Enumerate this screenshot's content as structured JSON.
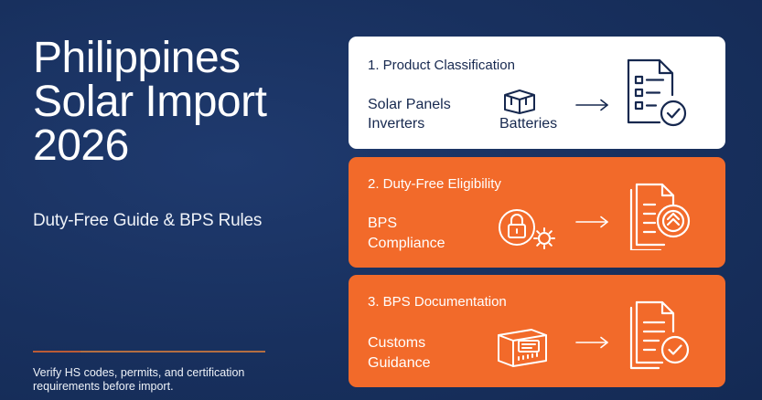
{
  "hero": {
    "title_lines": [
      "Philippines",
      "Solar Import",
      "2026"
    ],
    "subtitle": "Duty-Free Guide & BPS Rules",
    "footnote": "Verify HS codes, permits, and certification requirements before import."
  },
  "cards": [
    {
      "title": "1. Product Classification",
      "items": [
        "Solar Panels",
        "Inverters",
        "Batteries"
      ],
      "icons": [
        "box-icon",
        "arrow-right-icon",
        "checklist-document-icon"
      ]
    },
    {
      "title": "2. Duty-Free Eligibility",
      "items": [
        "BPS",
        "Compliance"
      ],
      "icons": [
        "lock-gear-icon",
        "arrow-right-icon",
        "certificate-seal-document-icon"
      ]
    },
    {
      "title": "3. BPS Documentation",
      "items": [
        "Customs",
        "Guidance"
      ],
      "icons": [
        "shipping-crate-icon",
        "arrow-right-icon",
        "approved-document-icon"
      ]
    }
  ],
  "colors": {
    "background": "#18305e",
    "accent": "#f26a2a",
    "card_white": "#ffffff",
    "text_dark": "#16284f"
  }
}
